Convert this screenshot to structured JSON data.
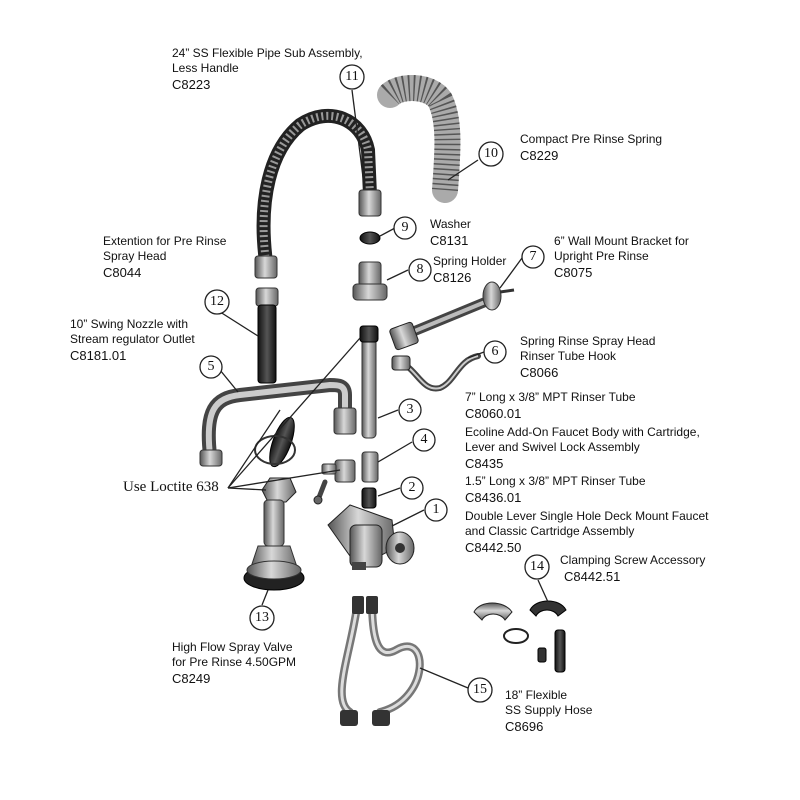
{
  "parts": [
    {
      "num": "1",
      "lines": [
        "Double Lever Single Hole Deck Mount Faucet",
        "and Classic Cartridge Assembly"
      ],
      "code": "C8442.50"
    },
    {
      "num": "2",
      "lines": [
        "1.5” Long x 3/8” MPT Rinser Tube"
      ],
      "code": "C8436.01"
    },
    {
      "num": "3",
      "lines": [
        "7” Long x 3/8” MPT Rinser Tube"
      ],
      "code": "C8060.01"
    },
    {
      "num": "4",
      "lines": [
        "Ecoline Add-On Faucet Body with Cartridge,",
        "Lever and Swivel Lock Assembly"
      ],
      "code": "C8435"
    },
    {
      "num": "5",
      "lines": [
        "10” Swing Nozzle with",
        "Stream regulator Outlet"
      ],
      "code": "C8181.01"
    },
    {
      "num": "6",
      "lines": [
        "Spring Rinse Spray Head",
        "Rinser Tube Hook"
      ],
      "code": "C8066"
    },
    {
      "num": "7",
      "lines": [
        "6” Wall Mount Bracket for",
        "Upright Pre Rinse"
      ],
      "code": "C8075"
    },
    {
      "num": "8",
      "lines": [
        "Spring Holder"
      ],
      "code": "C8126"
    },
    {
      "num": "9",
      "lines": [
        "Washer"
      ],
      "code": "C8131"
    },
    {
      "num": "10",
      "lines": [
        "Compact Pre Rinse Spring"
      ],
      "code": "C8229"
    },
    {
      "num": "11",
      "lines": [
        "24” SS Flexible Pipe Sub Assembly,",
        "Less Handle"
      ],
      "code": "C8223"
    },
    {
      "num": "12",
      "lines": [
        "Extention  for Pre Rinse",
        "Spray Head"
      ],
      "code": "C8044"
    },
    {
      "num": "13",
      "lines": [
        "High Flow Spray Valve",
        "for Pre Rinse 4.50GPM"
      ],
      "code": "C8249"
    },
    {
      "num": "14",
      "lines": [
        "Clamping Screw Accessory"
      ],
      "code": "C8442.51"
    },
    {
      "num": "15",
      "lines": [
        "18” Flexible",
        "SS Supply Hose"
      ],
      "code": "C8696"
    }
  ],
  "note": "Use Loctite 638"
}
